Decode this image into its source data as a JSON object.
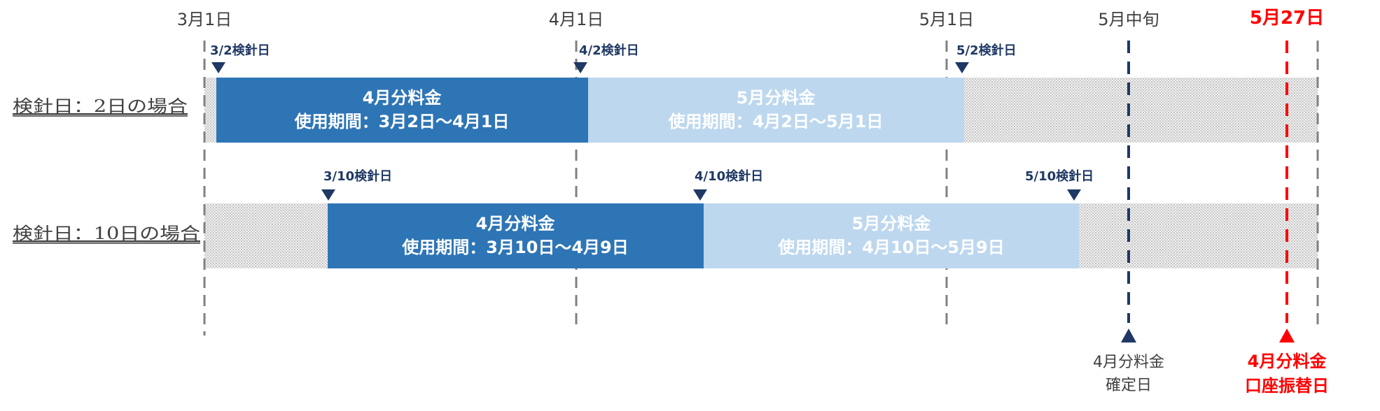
{
  "month_labels": {
    "mar1": "3月1日",
    "apr1": "4月1日",
    "may1": "5月1日",
    "may_mid": "5月中旬",
    "may27": "5月27日"
  },
  "rows": {
    "day2": {
      "label": "検針日：2日の場合",
      "meter_readings": [
        "3/2検針日",
        "4/2検針日",
        "5/2検針日"
      ],
      "april_bill": {
        "title": "4月分料金",
        "period": "使用期間：3月2日～4月1日"
      },
      "may_bill": {
        "title": "5月分料金",
        "period": "使用期間：4月2日～5月1日"
      }
    },
    "day10": {
      "label": "検針日：10日の場合",
      "meter_readings": [
        "3/10検針日",
        "4/10検針日",
        "5/10検針日"
      ],
      "april_bill": {
        "title": "4月分料金",
        "period": "使用期間：3月10日～4月9日"
      },
      "may_bill": {
        "title": "5月分料金",
        "period": "使用期間：4月10日～5月9日"
      }
    }
  },
  "markers": {
    "confirm": {
      "line1": "4月分料金",
      "line2": "確定日"
    },
    "debit": {
      "line1": "4月分料金",
      "line2": "口座振替日"
    }
  },
  "colors": {
    "dark_blue": "#2E75B6",
    "light_blue": "#BDD7EE",
    "navy": "#1F3864",
    "red": "#FF0000",
    "gray_dash": "#808080",
    "label_gray": "#404040"
  }
}
